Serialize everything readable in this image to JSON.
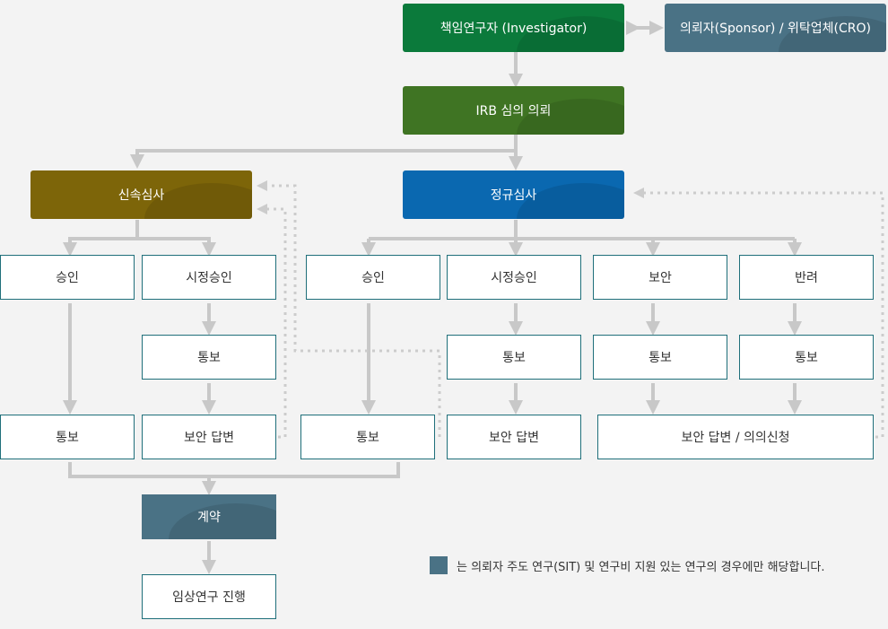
{
  "colors": {
    "investigator": "#0b7a3b",
    "sponsor": "#4a7285",
    "irb": "#3f7423",
    "expedited": "#7d6509",
    "regular": "#0a68b0",
    "contract": "#4a7285",
    "line": "#c8c8c8",
    "outline": "#1f6f7a"
  },
  "top": {
    "investigator": "책임연구자 (Investigator)",
    "sponsor": "의뢰자(Sponsor) / 위탁업체(CRO)",
    "irb": "IRB 심의 의뢰"
  },
  "expedited": {
    "title": "신속심사",
    "approval": "승인",
    "conditional": "시정승인",
    "notice_cond": "통보",
    "notice": "통보",
    "reply": "보안 답변"
  },
  "regular": {
    "title": "정규심사",
    "approval": "승인",
    "conditional": "시정승인",
    "supplement": "보안",
    "rejection": "반려",
    "notice_cond": "통보",
    "notice_supp": "통보",
    "notice_rej": "통보",
    "notice": "통보",
    "reply": "보안 답변",
    "reply_objection": "보안 답변 / 의의신청"
  },
  "bottom": {
    "contract": "계약",
    "trial": "임상연구 진행"
  },
  "legend": {
    "text": "는 의뢰자 주도 연구(SIT) 및 연구비 지원 있는 연구의 경우에만 해당합니다."
  }
}
